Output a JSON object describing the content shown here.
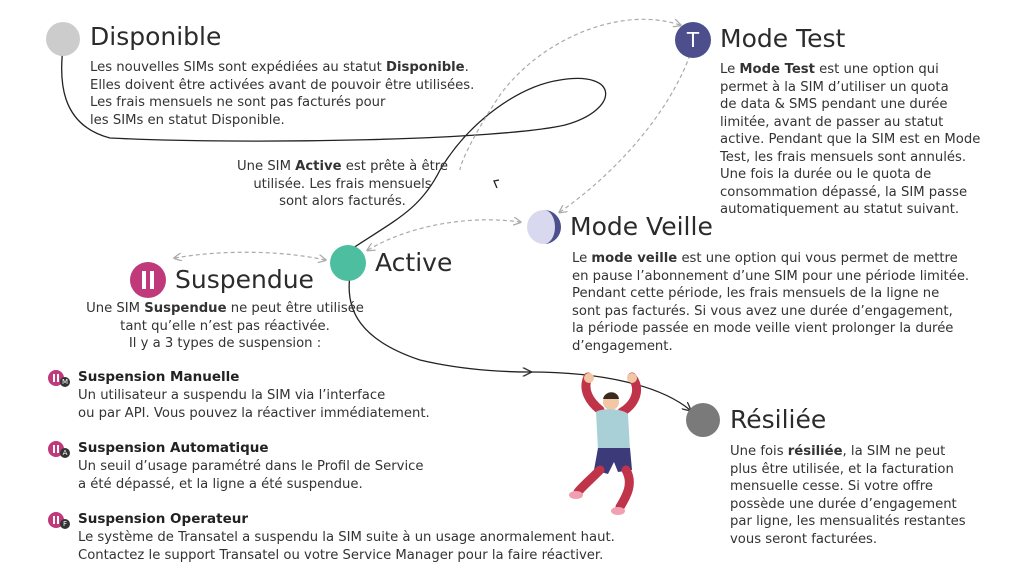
{
  "disponible": {
    "title": "Disponible",
    "line1_pre": "Les nouvelles SIMs sont expédiées au statut ",
    "line1_bold": "Disponible",
    "line1_post": ".",
    "line2": "Elles doivent être activées avant de pouvoir être utilisées.",
    "line3": "Les frais mensuels ne sont pas facturés pour",
    "line4": "les SIMs en statut Disponible."
  },
  "active_note": {
    "line1_pre": "Une SIM ",
    "line1_bold": "Active",
    "line1_post": " est prête à être",
    "line2": "utilisée. Les frais mensuels",
    "line3": "sont alors facturés."
  },
  "active": {
    "title": "Active"
  },
  "mode_test": {
    "title": "Mode Test",
    "icon_letter": "T",
    "l1_pre": "Le ",
    "l1_bold": "Mode Test",
    "l1_post": " est une option qui",
    "l2": "permet à la SIM d’utiliser un quota",
    "l3": "de data & SMS pendant une durée",
    "l4": "limitée, avant de passer au statut",
    "l5": "active. Pendant que la SIM est en Mode",
    "l6": "Test, les frais mensuels sont annulés.",
    "l7": "Une fois la durée ou le quota de",
    "l8": "consommation dépassé, la SIM passe",
    "l9": "automatiquement au statut suivant."
  },
  "mode_veille": {
    "title": "Mode Veille",
    "l1_pre": "Le ",
    "l1_bold": "mode veille",
    "l1_post": " est une option qui vous permet de mettre",
    "l2": "en pause l’abonnement d’une SIM pour une période limitée.",
    "l3": "Pendant cette période, les frais mensuels de la ligne ne",
    "l4": "sont pas facturés. Si vous avez une durée d’engagement,",
    "l5": "la période passée en mode veille vient prolonger la durée",
    "l6": "d’engagement."
  },
  "suspendue": {
    "title": "Suspendue",
    "l1_pre": "Une SIM ",
    "l1_bold": "Suspendue",
    "l1_post": " ne peut être utilisée",
    "l2": "tant qu’elle n’est pas réactivée.",
    "l3": "Il y a 3 types de suspension :",
    "types": [
      {
        "badge": "M",
        "title": "Suspension Manuelle",
        "lines": [
          "Un utilisateur a suspendu la SIM via l’interface",
          "ou par API. Vous pouvez la réactiver immédiatement."
        ]
      },
      {
        "badge": "A",
        "title": "Suspension Automatique",
        "lines": [
          "Un seuil d’usage paramétré dans le Profil de Service",
          "a été dépassé, et la ligne a été suspendue."
        ]
      },
      {
        "badge": "F",
        "title": "Suspension Operateur",
        "lines": [
          "Le système de Transatel a suspendu la SIM suite à un usage anormalement haut.",
          "Contactez le support Transatel ou votre Service Manager pour la faire réactiver."
        ]
      }
    ]
  },
  "resiliee": {
    "title": "Résiliée",
    "l1_pre": "Une fois ",
    "l1_bold": "résiliée",
    "l1_post": ", la SIM ne peut",
    "l2": "plus être utilisée, et la facturation",
    "l3": "mensuelle cesse. Si votre offre",
    "l4": "possède une durée d’engagement",
    "l5": "par ligne, les mensualités restantes",
    "l6": "vous seront facturées."
  },
  "colors": {
    "disponible": "#cccccc",
    "active": "#4dbfa0",
    "mode_test": "#4c4f8c",
    "mode_veille_light": "#d8d9ee",
    "mode_veille_dark": "#4c4f8c",
    "suspendue": "#c0397a",
    "resiliee": "#7a7a7a",
    "figure_shirt": "#a9d0d6",
    "figure_pants": "#3d3a7a",
    "figure_arms": "#c0344a"
  },
  "icons": {
    "mode_veille": "half-moon-icon",
    "suspendue": "pause-icon",
    "figure": "jumping-person-illustration"
  }
}
